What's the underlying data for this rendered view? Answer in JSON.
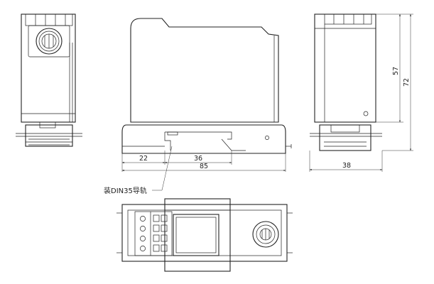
{
  "dimensions": {
    "rail_offset": "22",
    "rail_width": "36",
    "total_length": "85",
    "side_width": "38",
    "body_height": "57",
    "total_height": "72"
  },
  "annotation": {
    "din_rail_mount": "装DIN35导轨"
  }
}
